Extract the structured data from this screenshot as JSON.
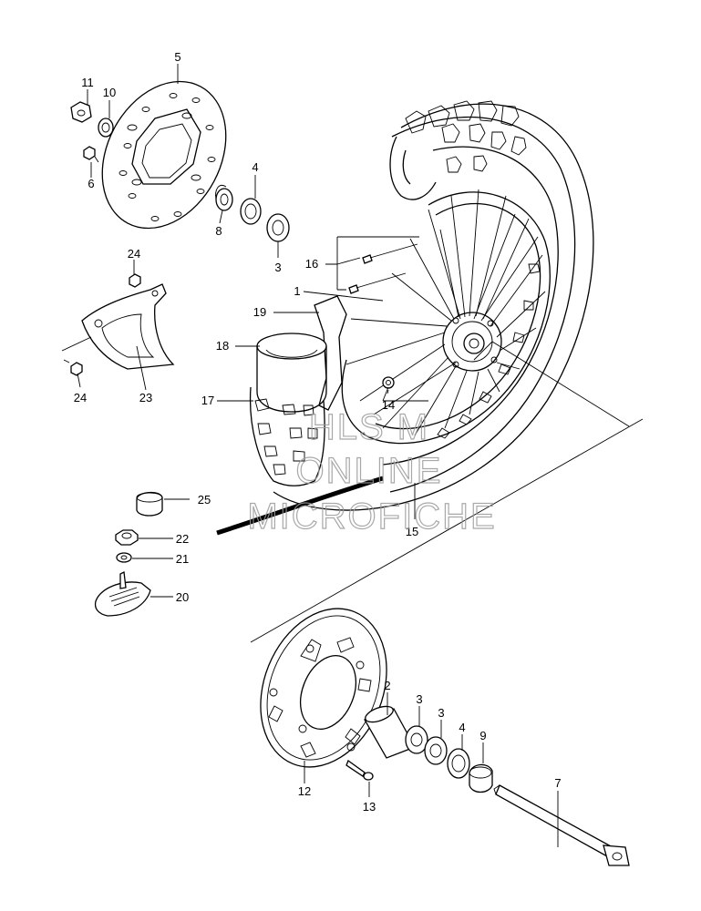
{
  "callouts": [
    {
      "id": "c1",
      "label": "1"
    },
    {
      "id": "c2",
      "label": "2"
    },
    {
      "id": "c3a",
      "label": "3"
    },
    {
      "id": "c3b",
      "label": "3"
    },
    {
      "id": "c3c",
      "label": "3"
    },
    {
      "id": "c4a",
      "label": "4"
    },
    {
      "id": "c4b",
      "label": "4"
    },
    {
      "id": "c5",
      "label": "5"
    },
    {
      "id": "c6",
      "label": "6"
    },
    {
      "id": "c7",
      "label": "7"
    },
    {
      "id": "c8",
      "label": "8"
    },
    {
      "id": "c9",
      "label": "9"
    },
    {
      "id": "c10",
      "label": "10"
    },
    {
      "id": "c11",
      "label": "11"
    },
    {
      "id": "c12",
      "label": "12"
    },
    {
      "id": "c13",
      "label": "13"
    },
    {
      "id": "c14",
      "label": "14"
    },
    {
      "id": "c15",
      "label": "15"
    },
    {
      "id": "c16",
      "label": "16"
    },
    {
      "id": "c17",
      "label": "17"
    },
    {
      "id": "c18",
      "label": "18"
    },
    {
      "id": "c19",
      "label": "19"
    },
    {
      "id": "c20",
      "label": "20"
    },
    {
      "id": "c21",
      "label": "21"
    },
    {
      "id": "c22",
      "label": "22"
    },
    {
      "id": "c23",
      "label": "23"
    },
    {
      "id": "c24a",
      "label": "24"
    },
    {
      "id": "c24b",
      "label": "24"
    },
    {
      "id": "c25",
      "label": "25"
    }
  ],
  "watermark": {
    "line1": "HLS M",
    "line2": "ONLINE",
    "line3": "MICROFICHE"
  }
}
